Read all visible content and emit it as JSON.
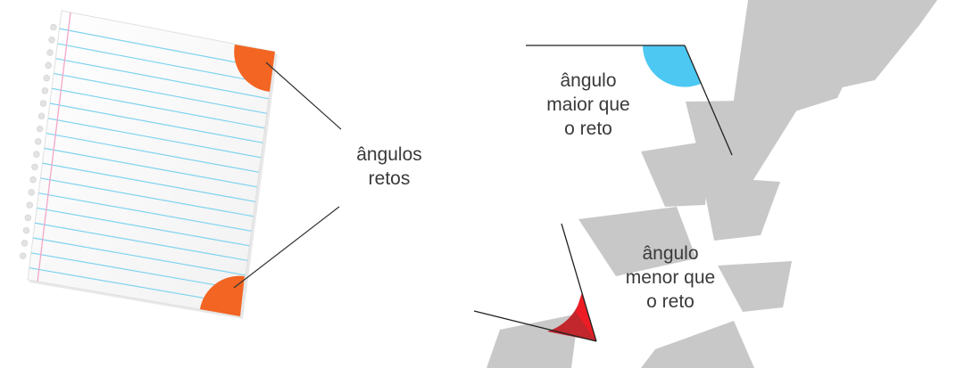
{
  "labels": {
    "right_angles": [
      "ângulos",
      "retos"
    ],
    "obtuse_angle": [
      "ângulo",
      "maior que",
      "o reto"
    ],
    "acute_angle": [
      "ângulo",
      "menor que",
      "o reto"
    ]
  },
  "colors": {
    "right_angle_marker": "#f26522",
    "obtuse_angle_marker": "#4cc8f2",
    "acute_angle_marker_dark": "#c1272d",
    "acute_angle_marker_light": "#ed1c24",
    "notebook_rule_lines": "#7fd3ef",
    "notebook_margin_line": "#f4a6c8",
    "watermark": "#c8c8c8"
  },
  "icons": {
    "notebook": "spiral-notebook-page"
  }
}
